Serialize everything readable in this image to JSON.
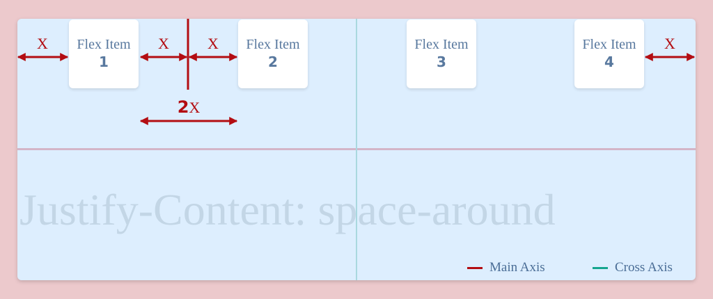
{
  "items": [
    {
      "label": "Flex Item",
      "number": "1"
    },
    {
      "label": "Flex Item",
      "number": "2"
    },
    {
      "label": "Flex Item",
      "number": "3"
    },
    {
      "label": "Flex Item",
      "number": "4"
    }
  ],
  "gaps": {
    "single": "X",
    "double_prefix": "2",
    "double_suffix": "X"
  },
  "watermark": "Justify-Content: space-around",
  "legend": [
    {
      "label": "Main Axis",
      "color": "#b30d12"
    },
    {
      "label": "Cross Axis",
      "color": "#15a58f"
    }
  ],
  "colors": {
    "arrow": "#b30d12",
    "background": "#ecc9cc",
    "panel": "#ddeefe"
  }
}
